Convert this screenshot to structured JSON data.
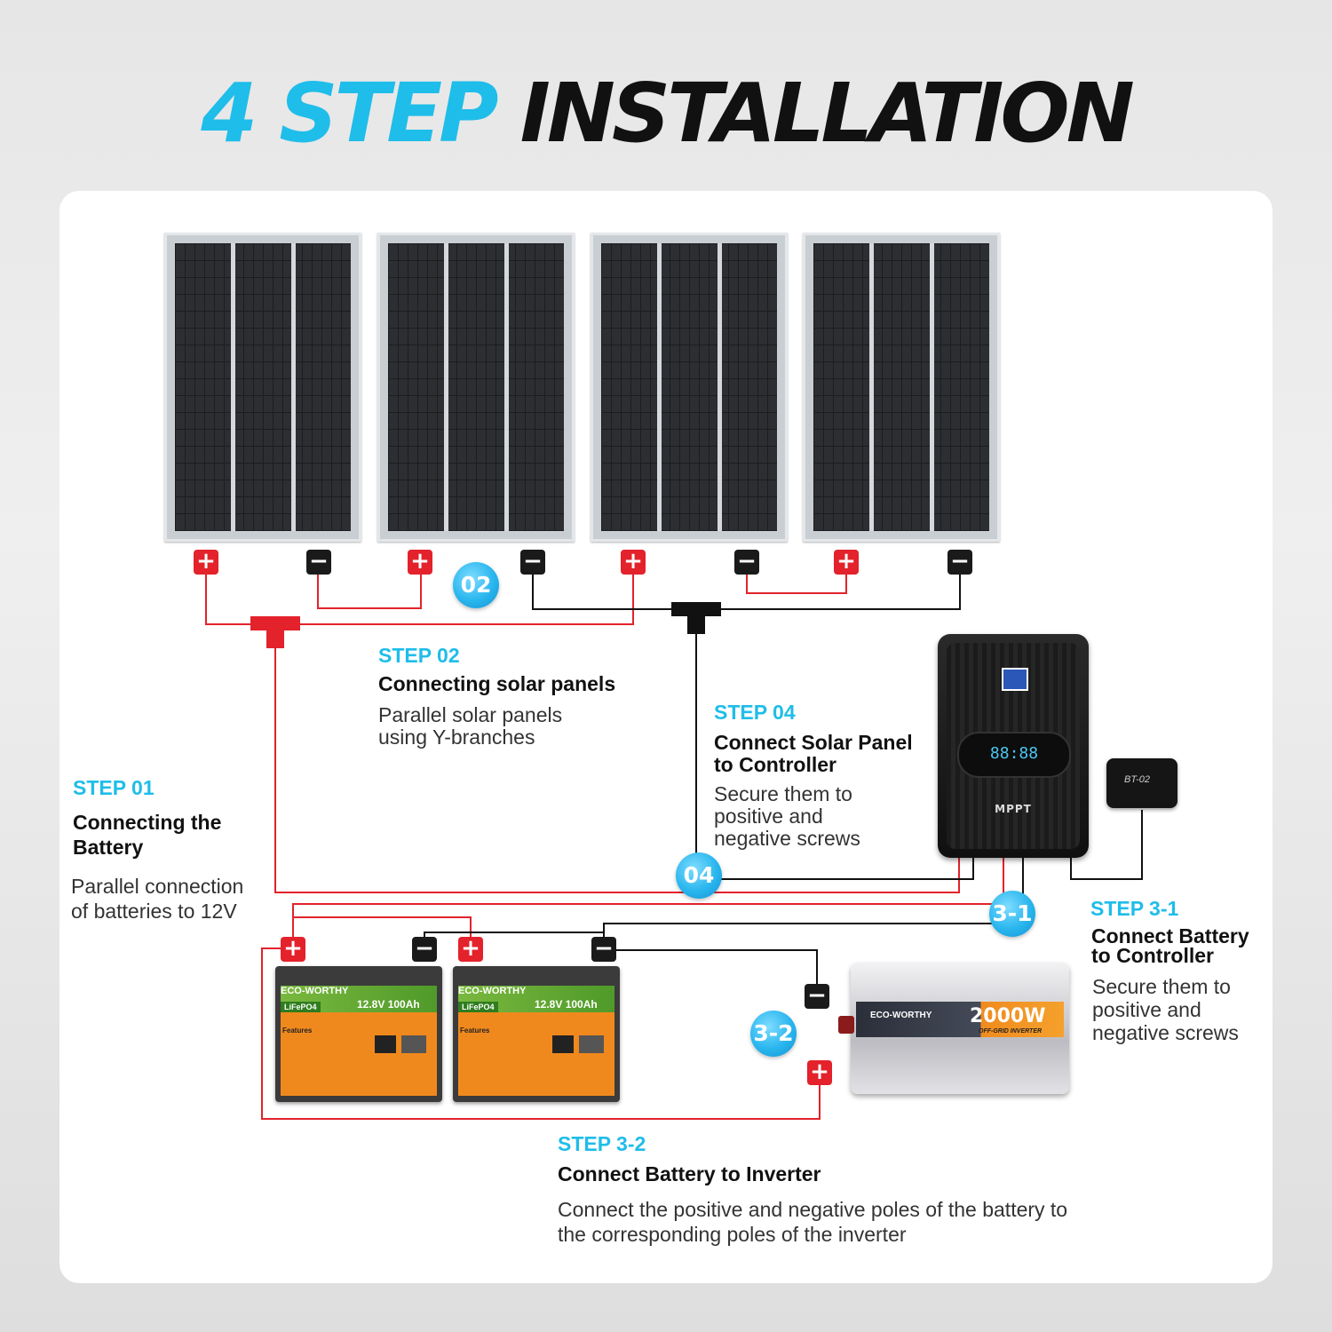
{
  "title": {
    "accent": "4 STEP",
    "rest": "INSTALLATION"
  },
  "terminals": {
    "positive": "+",
    "negative": "−"
  },
  "badges": {
    "b02": "02",
    "b04": "04",
    "b31": "3-1",
    "b32": "3-2"
  },
  "step01": {
    "label": "STEP 01",
    "heading": [
      "Connecting the",
      "Battery"
    ],
    "desc": [
      "Parallel connection",
      "of batteries to 12V"
    ]
  },
  "step02": {
    "label": "STEP 02",
    "heading": [
      "Connecting solar panels"
    ],
    "desc": [
      "Parallel solar panels",
      "using Y-branches"
    ]
  },
  "step04": {
    "label": "STEP 04",
    "heading": [
      "Connect Solar Panel",
      "to Controller"
    ],
    "desc": [
      "Secure them to",
      "positive and",
      "negative screws"
    ]
  },
  "step31": {
    "label": "STEP 3-1",
    "heading": [
      "Connect Battery",
      "to Controller"
    ],
    "desc": [
      "Secure them to",
      "positive and",
      "negative screws"
    ]
  },
  "step32": {
    "label": "STEP 3-2",
    "heading": [
      "Connect Battery to Inverter"
    ],
    "desc": [
      "Connect the positive and negative poles of the battery to",
      "the corresponding poles of the inverter"
    ]
  },
  "controller": {
    "brand": "MPPT",
    "screen": "88:88"
  },
  "bt_module": {
    "label": "BT-02"
  },
  "battery": {
    "brand": "ECO-WORTHY",
    "chemistry": "LiFePO4",
    "spec": "12.8V 100Ah",
    "features": "Features"
  },
  "inverter": {
    "brand": "ECO-WORTHY",
    "watt": "2000W",
    "sub": "OFF-GRID INVERTER"
  },
  "colors": {
    "accent": "#1fbde9",
    "positive": "#e3222b",
    "negative": "#1a1a1a",
    "wire_red": "#e3222b",
    "wire_black": "#111111"
  },
  "icons": [
    "plus-terminal-icon",
    "minus-terminal-icon",
    "step-badge-icon"
  ]
}
